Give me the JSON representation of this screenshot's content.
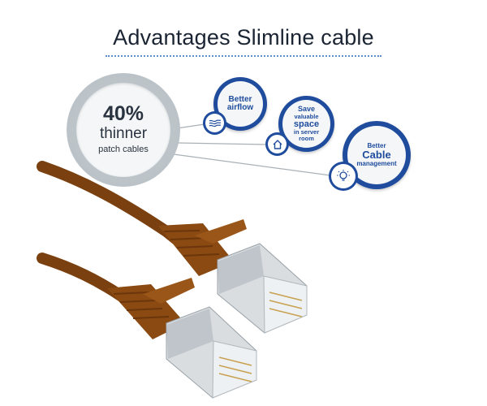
{
  "title": "Advantages Slimline cable",
  "colors": {
    "badge_blue": "#1f4c9d",
    "cable_brown": "#8a4a12",
    "main_ring_grey": "#b6bec3",
    "underline_blue": "#5e8fc9"
  },
  "main_bubble": {
    "percent": "40%",
    "line1": "thinner",
    "line2": "patch cables"
  },
  "badges": [
    {
      "text1": "Better",
      "text2": "airflow",
      "icon": "airflow-waves-icon"
    },
    {
      "text1": "Save",
      "text2": "valuable",
      "text3": "space",
      "text4": "in server",
      "text5": "room",
      "icon": "home-icon"
    },
    {
      "text1": "Better",
      "text2": "Cable",
      "text3": "management",
      "icon": "lightbulb-icon"
    }
  ]
}
